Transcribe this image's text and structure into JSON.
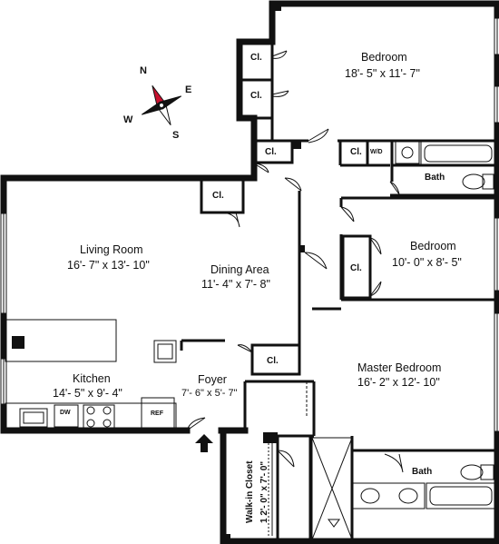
{
  "compass": {
    "n": "N",
    "e": "E",
    "s": "S",
    "w": "W"
  },
  "rooms": {
    "bedroom1": {
      "name": "Bedroom",
      "dims": "18'- 5\" x 11'- 7\""
    },
    "bedroom2": {
      "name": "Bedroom",
      "dims": "10'- 0\" x 8'- 5\""
    },
    "master": {
      "name": "Master Bedroom",
      "dims": "16'- 2\" x 12'- 10\""
    },
    "living": {
      "name": "Living Room",
      "dims": "16'- 7\" x 13'- 10\""
    },
    "dining": {
      "name": "Dining Area",
      "dims": "11'- 4\" x 7'- 8\""
    },
    "kitchen": {
      "name": "Kitchen",
      "dims": "14'- 5\" x 9'- 4\""
    },
    "foyer": {
      "name": "Foyer",
      "dims": "7'- 6\" x 5'- 7\""
    },
    "walkin": {
      "name": "Walk-in Closet",
      "dims": "1 2'- 0\" x 7'- 0\""
    },
    "bath1": {
      "name": "Bath"
    },
    "bath2": {
      "name": "Bath"
    }
  },
  "labels": {
    "closet": "Cl.",
    "washer_dryer": "W/D",
    "dishwasher": "DW",
    "refrigerator": "REF"
  }
}
